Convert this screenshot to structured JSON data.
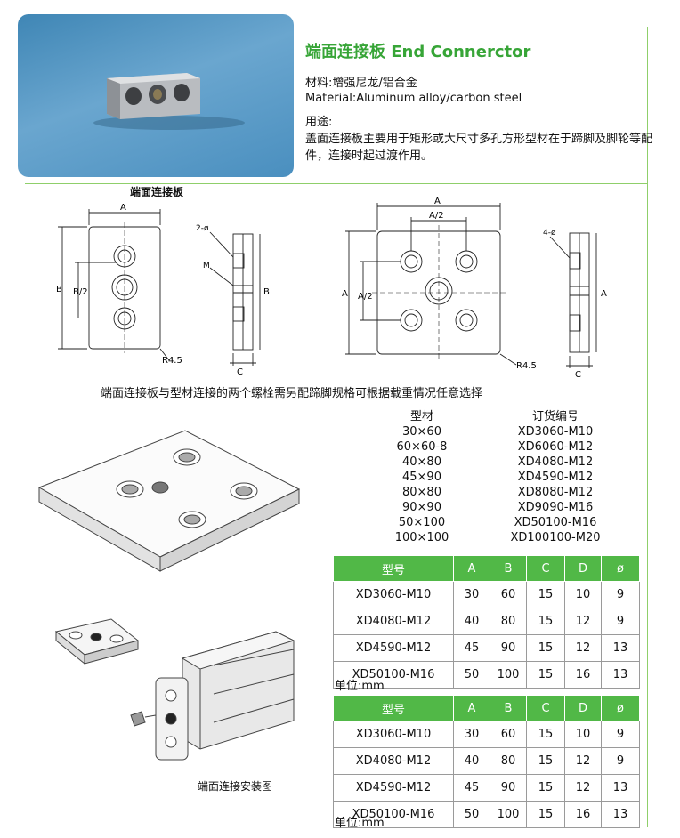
{
  "header": {
    "title": "端面连接板  End Connerctor",
    "material_cn": "材料:增强尼龙/铝合金",
    "material_en": "Material:Aluminum alloy/carbon steel",
    "usage_label": "用途:",
    "usage_text": "盖面连接板主要用于矩形或大尺寸多孔方形型材在于蹄脚及脚轮等配件，连接时起过渡作用。"
  },
  "photo_caption": "端面连接板",
  "drawing1": {
    "dim_a": "A",
    "dim_b": "B",
    "dim_b2": "B/2",
    "dim_c": "C",
    "dim_b_side": "B",
    "hole_label": "2-ø",
    "m_label": "M",
    "radius": "R4.5"
  },
  "drawing2": {
    "dim_a": "A",
    "dim_a2_top": "A/2",
    "dim_a_left": "A",
    "dim_a2_left": "A/2",
    "dim_c": "C",
    "dim_a_side": "A",
    "hole_label": "4-ø",
    "radius": "R4.5"
  },
  "note": "端面连接板与型材连接的两个螺栓需另配蹄脚规格可根据载重情况任意选择",
  "order_table": {
    "headers": [
      "型材",
      "订货编号"
    ],
    "rows": [
      [
        "30×60",
        "XD3060-M10"
      ],
      [
        "60×60-8",
        "XD6060-M12"
      ],
      [
        "40×80",
        "XD4080-M12"
      ],
      [
        "45×90",
        "XD4590-M12"
      ],
      [
        "80×80",
        "XD8080-M12"
      ],
      [
        "90×90",
        "XD9090-M16"
      ],
      [
        "50×100",
        "XD50100-M16"
      ],
      [
        "100×100",
        "XD100100-M20"
      ]
    ]
  },
  "spec_table_1": {
    "headers": [
      "型号",
      "A",
      "B",
      "C",
      "D",
      "ø"
    ],
    "rows": [
      [
        "XD3060-M10",
        "30",
        "60",
        "15",
        "10",
        "9"
      ],
      [
        "XD4080-M12",
        "40",
        "80",
        "15",
        "12",
        "9"
      ],
      [
        "XD4590-M12",
        "45",
        "90",
        "15",
        "12",
        "13"
      ],
      [
        "XD50100-M16",
        "50",
        "100",
        "15",
        "16",
        "13"
      ]
    ],
    "unit": "单位:mm"
  },
  "spec_table_2": {
    "headers": [
      "型号",
      "A",
      "B",
      "C",
      "D",
      "ø"
    ],
    "rows": [
      [
        "XD3060-M10",
        "30",
        "60",
        "15",
        "10",
        "9"
      ],
      [
        "XD4080-M12",
        "40",
        "80",
        "15",
        "12",
        "9"
      ],
      [
        "XD4590-M12",
        "45",
        "90",
        "15",
        "12",
        "13"
      ],
      [
        "XD50100-M16",
        "50",
        "100",
        "15",
        "16",
        "13"
      ]
    ],
    "unit": "单位:mm"
  },
  "install_caption": "端面连接安装图",
  "colors": {
    "accent": "#37a537",
    "table_header": "#51b847",
    "frame": "#8fcf6a"
  }
}
